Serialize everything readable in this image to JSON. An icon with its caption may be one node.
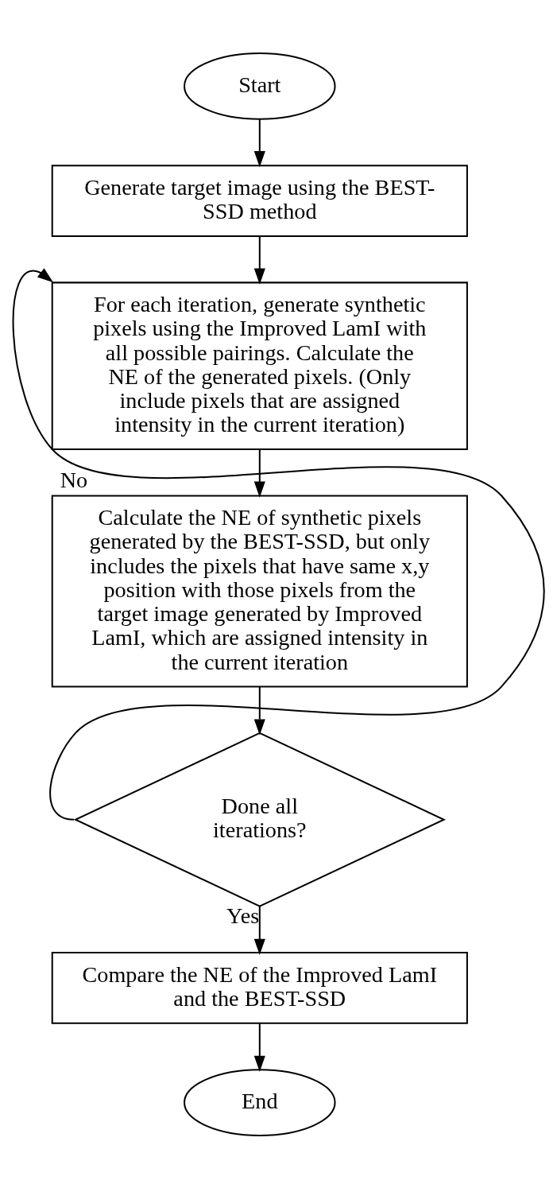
{
  "diagram": {
    "nodes": [
      {
        "text": [
          "Start"
        ]
      },
      {
        "text": [
          "Generate target image using the BEST-SSD method"
        ]
      },
      {
        "text": [
          "For each iteration, generate synthetic pixels using the Improved LamI with all possible pairings. Calculate the NE of the generated pixels. (Only include pixels that are assigned intensity in the current iteration)"
        ]
      },
      {
        "text": [
          "Calculate the NE of synthetic pixels generated by the BEST-SSD, but only includes the pixels that have same x,y position with those pixels from the target image generated by Improved LamI, which are assigned intensity in the current iteration"
        ]
      },
      {
        "text": [
          "Done all iterations?"
        ]
      },
      {
        "text": [
          "Compare the NE of the Improved LamI and the BEST-SSD"
        ]
      },
      {
        "text": [
          "End"
        ]
      }
    ],
    "edges": [
      {
        "from": 0,
        "to": 1,
        "arrow": "to"
      },
      {
        "from": 1,
        "to": 2,
        "arrow": "to"
      },
      {
        "from": 2,
        "to": 3,
        "arrow": "to"
      },
      {
        "from": 3,
        "to": 4,
        "arrow": "to"
      },
      {
        "from": 4,
        "to": 2,
        "arrow": "to",
        "label": "No"
      },
      {
        "from": 4,
        "to": 5,
        "arrow": "to",
        "label": "Yes"
      },
      {
        "from": 5,
        "to": 6,
        "arrow": "to"
      }
    ]
  }
}
